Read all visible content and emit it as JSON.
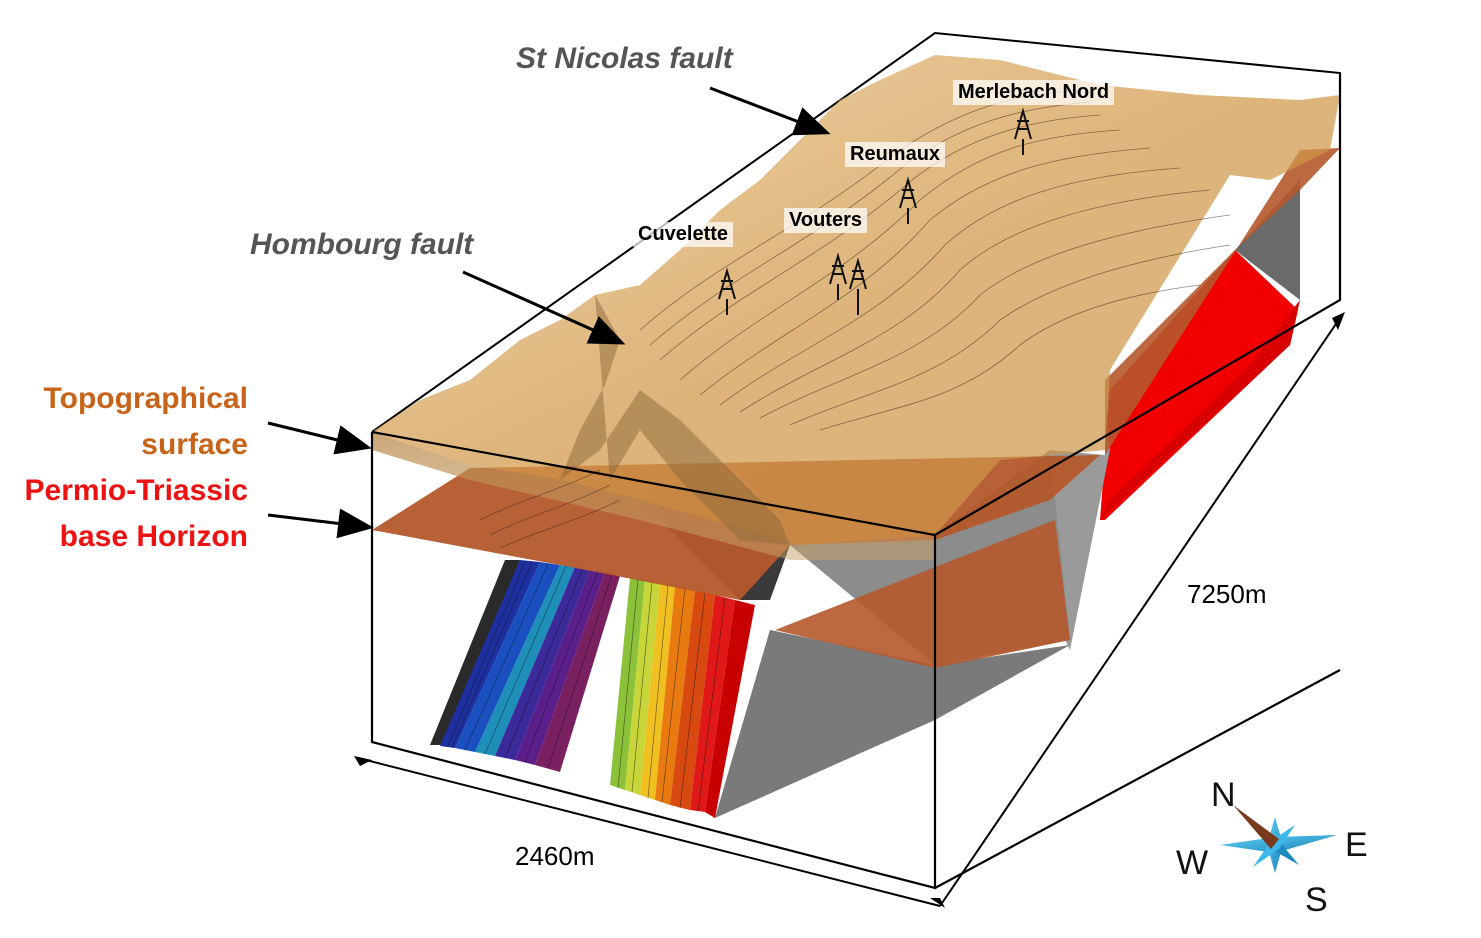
{
  "labels": {
    "st_nicolas_fault": "St Nicolas fault",
    "hombourg_fault": "Hombourg fault",
    "topographical_surface_line1": "Topographical",
    "topographical_surface_line2": "surface",
    "permio_triassic_line1": "Permio-Triassic",
    "permio_triassic_line2": "base Horizon"
  },
  "mines": {
    "merlebach_nord": "Merlebach Nord",
    "reumaux": "Reumaux",
    "vouters": "Vouters",
    "cuvelette": "Cuvelette"
  },
  "dimensions": {
    "length": "7250m",
    "width": "2460m"
  },
  "compass": {
    "north": "N",
    "south": "S",
    "east": "E",
    "west": "W"
  },
  "colors": {
    "topo_label": "#c8641a",
    "horizon_label": "#ee1111",
    "fault_label": "#555555",
    "horizon_surface": "#b85a2c",
    "topo_surface": "#d8a860",
    "fault_red": "#ee0000",
    "fault_grey": "#8a8a8a",
    "compass_arrow": "#29a9e0",
    "north_arrow": "#7a3a1e"
  }
}
